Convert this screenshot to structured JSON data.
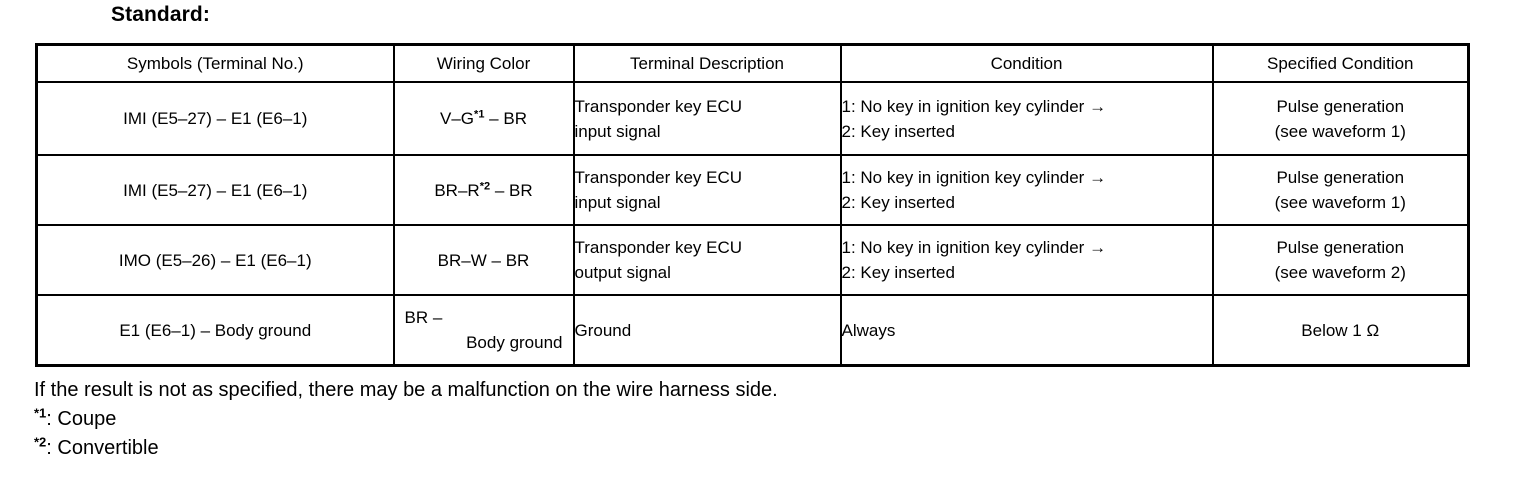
{
  "heading": "Standard:",
  "table": {
    "columns": [
      "Symbols (Terminal No.)",
      "Wiring Color",
      "Terminal Description",
      "Condition",
      "Specified Condition"
    ],
    "rows": [
      {
        "symbols": "IMI (E5–27) – E1 (E6–1)",
        "wiring_color_pre": "V–G",
        "wiring_color_sup": "*1",
        "wiring_color_post": " – BR",
        "terminal_description_line1": "Transponder key ECU",
        "terminal_description_line2": "input signal",
        "condition_line1": "1: No key in ignition key cylinder →",
        "condition_line2": "2: Key inserted",
        "specified_line1": "Pulse generation",
        "specified_line2": "(see waveform 1)"
      },
      {
        "symbols": "IMI (E5–27) – E1 (E6–1)",
        "wiring_color_pre": "BR–R",
        "wiring_color_sup": "*2",
        "wiring_color_post": " – BR",
        "terminal_description_line1": "Transponder key ECU",
        "terminal_description_line2": "input signal",
        "condition_line1": "1: No key in ignition key cylinder →",
        "condition_line2": "2: Key inserted",
        "specified_line1": "Pulse generation",
        "specified_line2": "(see waveform 1)"
      },
      {
        "symbols": "IMO (E5–26) – E1 (E6–1)",
        "wiring_color_pre": "BR–W – BR",
        "wiring_color_sup": "",
        "wiring_color_post": "",
        "terminal_description_line1": "Transponder key ECU",
        "terminal_description_line2": "output signal",
        "condition_line1": "1: No key in ignition key cylinder →",
        "condition_line2": "2: Key inserted",
        "specified_line1": "Pulse generation",
        "specified_line2": "(see waveform 2)"
      },
      {
        "symbols": "E1 (E6–1) – Body ground",
        "wiring_color_pre": "BR –",
        "wiring_color_sup": "",
        "wiring_color_post": "Body ground",
        "terminal_description_line1": "Ground",
        "terminal_description_line2": "",
        "condition_line1": "Always",
        "condition_line2": "",
        "specified_line1": "Below 1 Ω",
        "specified_line2": ""
      }
    ]
  },
  "notes": {
    "result_note": "If the result is not as specified, there may be a malfunction on the wire harness side.",
    "footnote1_marker": "*1",
    "footnote1_text": ": Coupe",
    "footnote2_marker": "*2",
    "footnote2_text": ": Convertible"
  }
}
